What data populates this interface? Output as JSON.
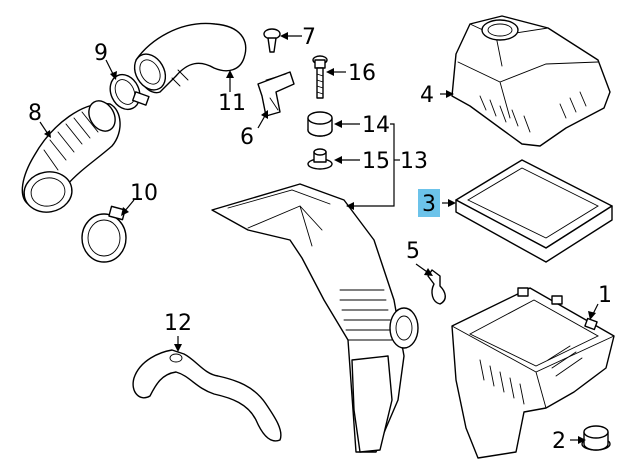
{
  "diagram": {
    "highlight_color": "#6cc3ea",
    "highlighted_callout": "3",
    "callouts": {
      "c1": "1",
      "c2": "2",
      "c3": "3",
      "c4": "4",
      "c5": "5",
      "c6": "6",
      "c7": "7",
      "c8": "8",
      "c9": "9",
      "c10": "10",
      "c11": "11",
      "c12": "12",
      "c13": "13",
      "c14": "14",
      "c15": "15",
      "c16": "16"
    }
  }
}
